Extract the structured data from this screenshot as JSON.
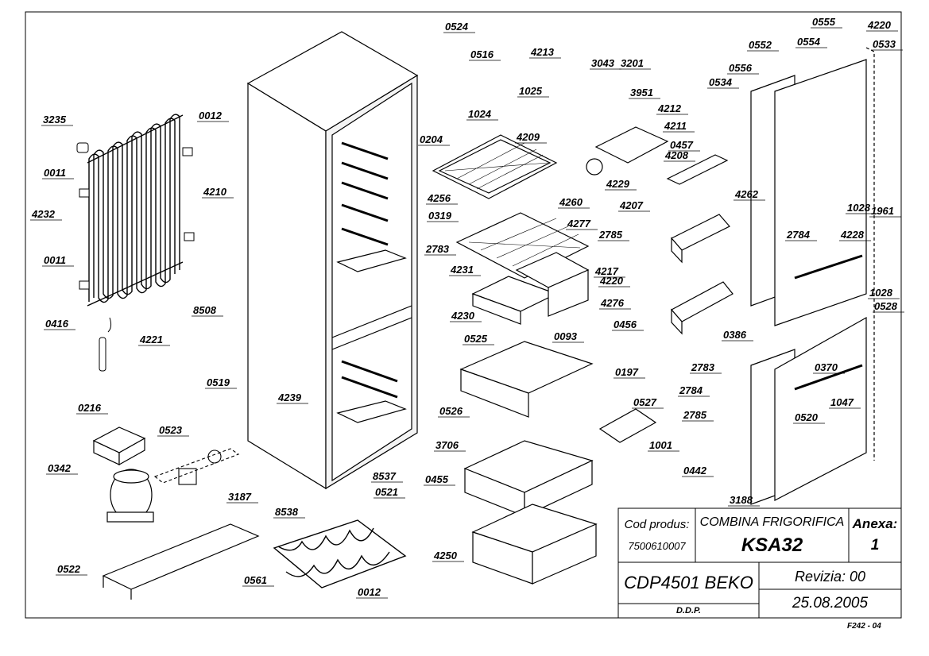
{
  "drawing": {
    "part_labels": [
      "0524",
      "0516",
      "4213",
      "3043",
      "3201",
      "0555",
      "4220",
      "0552",
      "0554",
      "0533",
      "0556",
      "0534",
      "3235",
      "0012",
      "1025",
      "1024",
      "3951",
      "4212",
      "4211",
      "0457",
      "4209",
      "0204",
      "4208",
      "0011",
      "4210",
      "4229",
      "4207",
      "4262",
      "4256",
      "4260",
      "0319",
      "4232",
      "2785",
      "1028",
      "1961",
      "4277",
      "2783",
      "2784",
      "4228",
      "4217",
      "4231",
      "4276",
      "4220",
      "1028",
      "0528",
      "8508",
      "4230",
      "0456",
      "0386",
      "0525",
      "0093",
      "0416",
      "4221",
      "4239",
      "2783",
      "0370",
      "0519",
      "0197",
      "2784",
      "1047",
      "0216",
      "0523",
      "0526",
      "0527",
      "2785",
      "0520",
      "3706",
      "0342",
      "1001",
      "8537",
      "3187",
      "0521",
      "0455",
      "0442",
      "3188",
      "8538",
      "0522",
      "4250",
      "0561",
      "0012",
      "0011"
    ]
  },
  "title_block": {
    "cod_label": "Cod produs:",
    "cod_value": "7500610007",
    "product_type": "COMBINA FRIGORIFICA",
    "model": "KSA32",
    "annex_label": "Anexa:",
    "annex_value": "1",
    "drawing_name": "CDP4501 BEKO",
    "revision": "Revizia: 00",
    "date": "25.08.2005",
    "department": "D.D.P."
  },
  "form_ref": "F242 - 04"
}
